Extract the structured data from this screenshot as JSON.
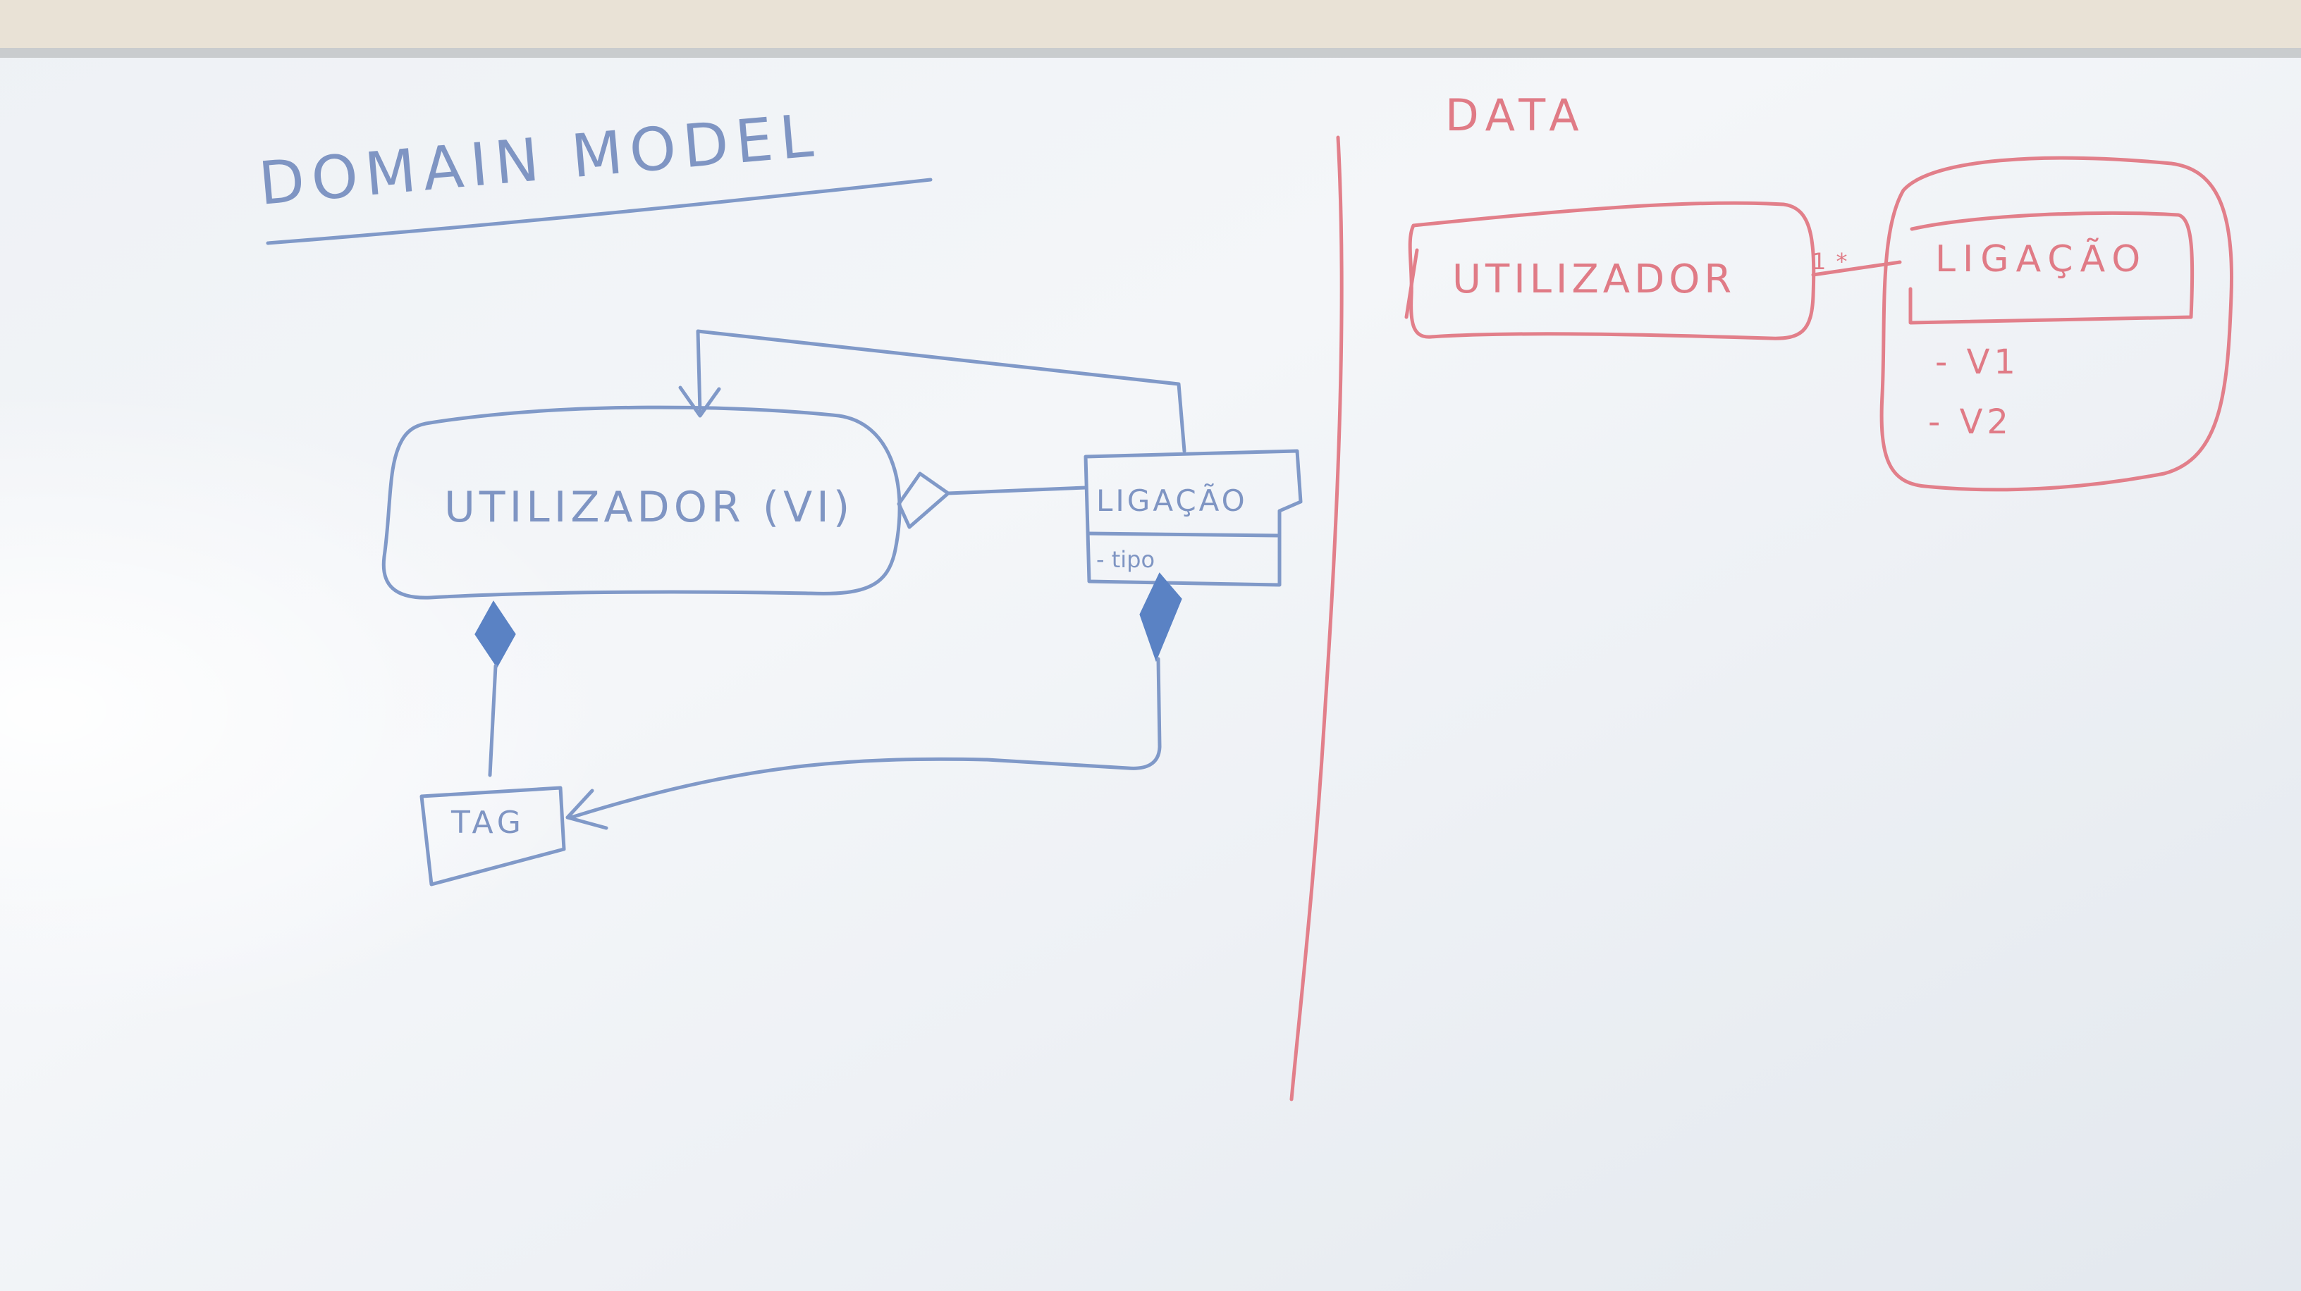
{
  "domain_model": {
    "title": "DOMAIN MODEL",
    "nodes": {
      "utilizador": "UTILIZADOR (VI)",
      "ligacao": "LIGAÇÃO",
      "ligacao_attr": "- tipo",
      "tag": "TAG"
    }
  },
  "data_model": {
    "title": "DATA",
    "nodes": {
      "utilizador": "UTILIZADOR",
      "ligacao": "LIGAÇÃO",
      "ligacao_attrs": [
        "- V1",
        "- V2"
      ]
    },
    "multiplicity": "1   *"
  },
  "colors": {
    "blue_marker": "#8099c8",
    "red_marker": "#e27f8a",
    "board": "#f2f5f8"
  }
}
